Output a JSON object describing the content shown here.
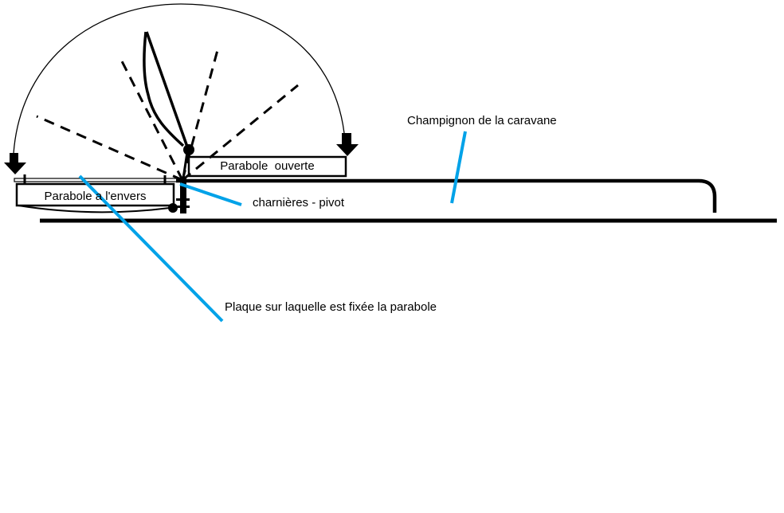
{
  "page": {
    "background_color": "#ffffff",
    "ink_color": "#000000",
    "leader_line_color": "#00A2E8"
  },
  "labels": {
    "champignon": "Champignon de la caravane",
    "charnieres": "charnières - pivot",
    "plaque": "Plaque sur laquelle est fixée la parabole",
    "parabole_ouverte": "Parabole  ouverte",
    "parabole_envers": "Parabole a l'envers"
  },
  "icons": {
    "left_arrow": "down-arrow",
    "right_arrow": "down-arrow"
  }
}
